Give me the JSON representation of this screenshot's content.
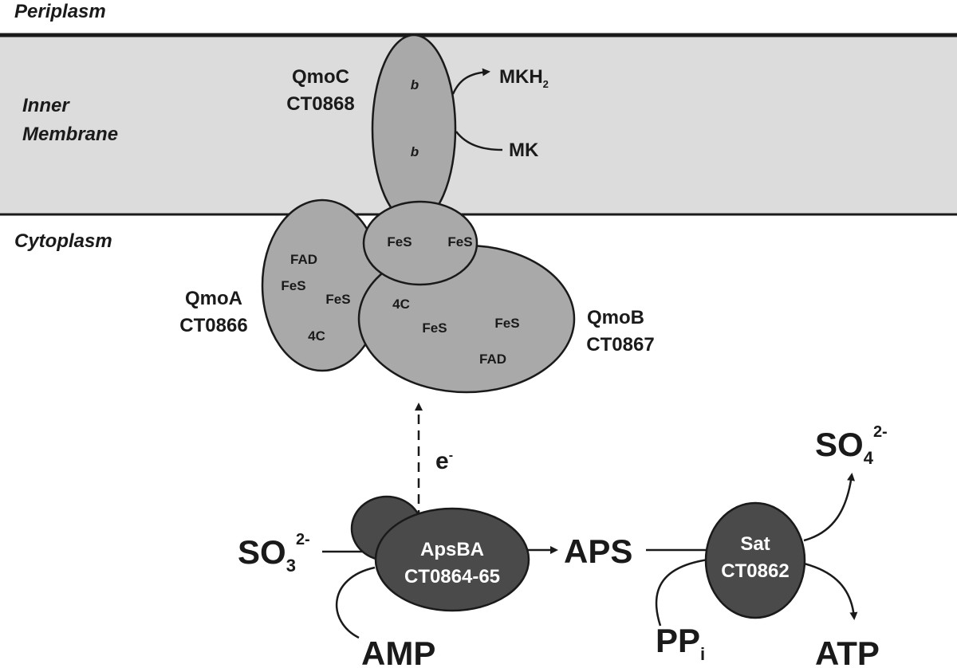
{
  "regions": {
    "periplasm": "Periplasm",
    "inner_membrane_line1": "Inner",
    "inner_membrane_line2": "Membrane",
    "cytoplasm": "Cytoplasm"
  },
  "qmoC": {
    "name": "QmoC",
    "locus": "CT0868",
    "heme_top": "b",
    "heme_bottom": "b",
    "fes_left": "FeS",
    "fes_right": "FeS"
  },
  "qmoA": {
    "name": "QmoA",
    "locus": "CT0866",
    "fad": "FAD",
    "fes1": "FeS",
    "fes2": "FeS",
    "c4": "4C"
  },
  "qmoB": {
    "name": "QmoB",
    "locus": "CT0867",
    "c4": "4C",
    "fes1": "FeS",
    "fes2": "FeS",
    "fad": "FAD"
  },
  "quinones": {
    "mkh2_base": "MKH",
    "mkh2_sub": "2",
    "mk": "MK"
  },
  "electron": {
    "base": "e",
    "sup": "-"
  },
  "apsBA": {
    "name": "ApsBA",
    "locus": "CT0864-65"
  },
  "sat": {
    "name": "Sat",
    "locus": "CT0862"
  },
  "metabolites": {
    "sulfite_base": "SO",
    "sulfite_sub": "3",
    "sulfite_sup": "2-",
    "aps": "APS",
    "amp": "AMP",
    "ppi_base": "PP",
    "ppi_sub": "i",
    "atp": "ATP",
    "sulfate_base": "SO",
    "sulfate_sub": "4",
    "sulfate_sup": "2-"
  },
  "colors": {
    "membrane_fill": "#dcdcdc",
    "qmo_fill": "#a9a9a9",
    "enzyme_fill": "#4a4a4a",
    "outline": "#1a1a1a"
  }
}
